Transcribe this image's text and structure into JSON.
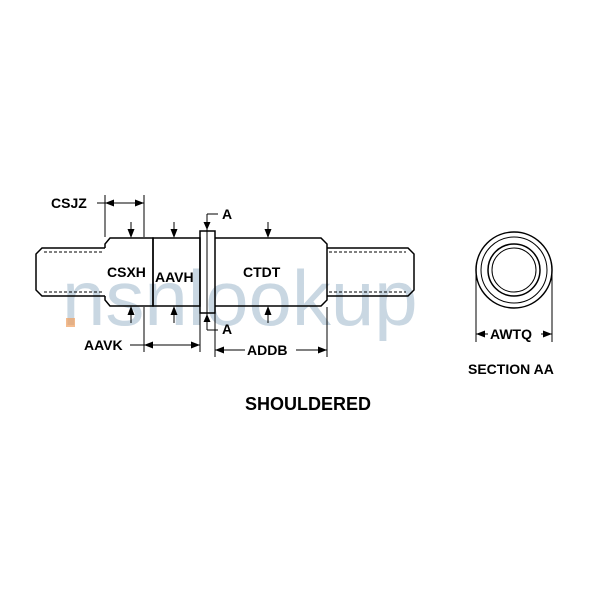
{
  "title": "SHOULDERED",
  "section_title": "SECTION AA",
  "watermark": "nsnlookup",
  "section_marks": {
    "top": "A",
    "bottom": "A"
  },
  "dimensions": {
    "csjz": "CSJZ",
    "csxh": "CSXH",
    "aavh": "AAVH",
    "ctdt": "CTDT",
    "aavk": "AAVK",
    "addb": "ADDB",
    "awtq": "AWTQ"
  },
  "colors": {
    "line": "#000000",
    "watermark": "#9db7cc",
    "watermark_dot": "#f0a060"
  }
}
